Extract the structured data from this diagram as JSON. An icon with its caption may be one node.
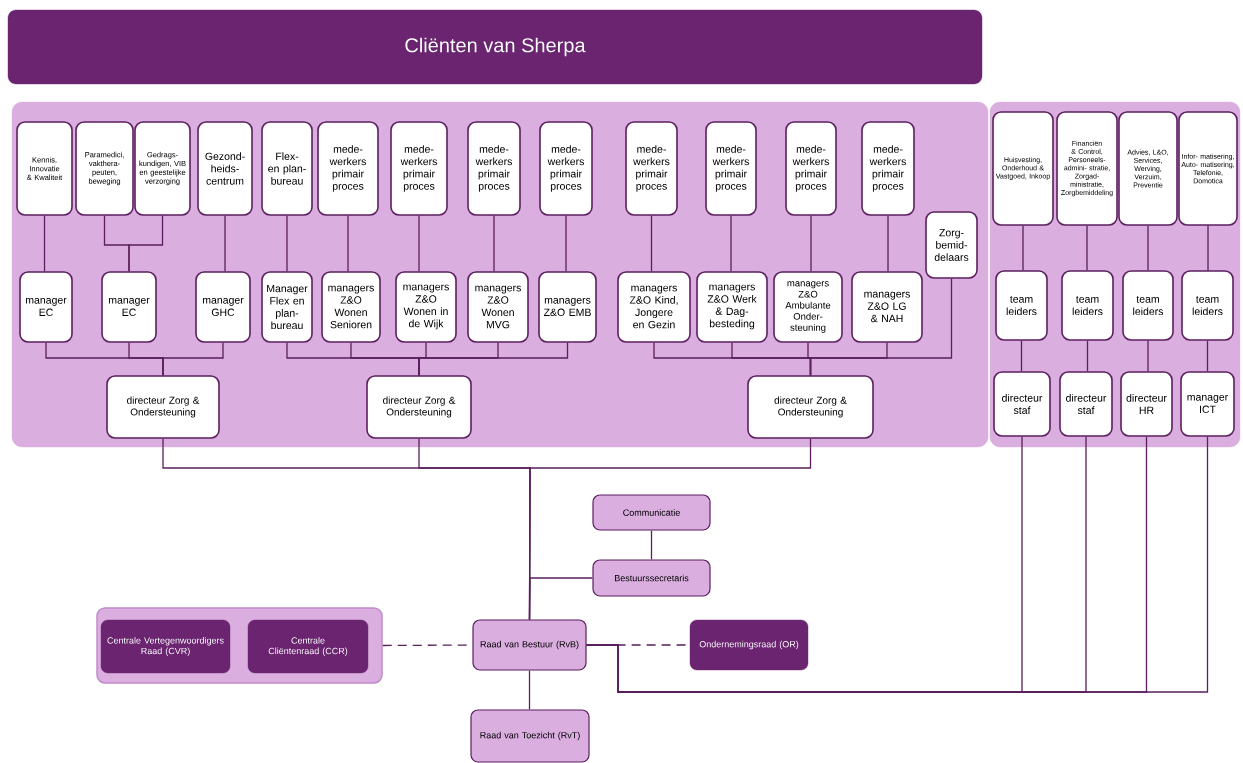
{
  "diagram": {
    "nodes": [
      {
        "text": [
          "Cliënten van Sherpa"
        ]
      },
      {
        "text": [],
        "shape": "box"
      },
      {
        "text": [],
        "shape": "box"
      },
      {
        "text": [
          "Kennis, Innovatie & Kwaliteit"
        ],
        "in": 1
      },
      {
        "text": [
          "Paramedici, vakthera- peuten, beweging"
        ],
        "in": 1
      },
      {
        "text": [
          "Gedrags- kundigen, VIB en geestelijke verzorging"
        ],
        "in": 1
      },
      {
        "text": [
          "Gezond- heids- centrum"
        ],
        "in": 1
      },
      {
        "text": [
          "Flex- en plan- bureau"
        ],
        "in": 1
      },
      {
        "text": [
          "mede- werkers primair proces"
        ],
        "in": 1
      },
      {
        "text": [
          "mede- werkers primair proces"
        ],
        "in": 1
      },
      {
        "text": [
          "mede- werkers primair proces"
        ],
        "in": 1
      },
      {
        "text": [
          "mede- werkers primair proces"
        ],
        "in": 1
      },
      {
        "text": [
          "mede- werkers primair proces"
        ],
        "in": 1
      },
      {
        "text": [
          "mede- werkers primair proces"
        ],
        "in": 1
      },
      {
        "text": [
          "mede- werkers primair proces"
        ],
        "in": 1
      },
      {
        "text": [
          "mede- werkers primair proces"
        ],
        "in": 1
      },
      {
        "text": [
          "Zorg- bemid- delaars"
        ],
        "in": 1
      },
      {
        "text": [
          "manager EC"
        ],
        "in": 1
      },
      {
        "text": [
          "manager EC"
        ],
        "in": 1
      },
      {
        "text": [
          "manager GHC"
        ],
        "in": 1
      },
      {
        "text": [
          "Manager Flex en plan- bureau"
        ],
        "in": 1
      },
      {
        "text": [
          "managers Z&O Wonen Senioren"
        ],
        "in": 1
      },
      {
        "text": [
          "managers Z&O Wonen in de Wijk"
        ],
        "in": 1
      },
      {
        "text": [
          "managers Z&O Wonen MVG"
        ],
        "in": 1
      },
      {
        "text": [
          "managers Z&O EMB"
        ],
        "in": 1
      },
      {
        "text": [
          "managers Z&O Kind, Jongere en Gezin"
        ],
        "in": 1
      },
      {
        "text": [
          "managers Z&O Werk & Dag- besteding"
        ],
        "in": 1
      },
      {
        "text": [
          "managers Z&O Ambulante Onder- steuning"
        ],
        "in": 1
      },
      {
        "text": [
          "managers Z&O LG & NAH"
        ],
        "in": 1
      },
      {
        "text": [
          "directeur Zorg & Ondersteuning"
        ],
        "in": 1
      },
      {
        "text": [
          "directeur Zorg & Ondersteuning"
        ],
        "in": 1
      },
      {
        "text": [
          "directeur Zorg & Ondersteuning"
        ],
        "in": 1
      },
      {
        "text": [
          "Huisvesting, Onderhoud & Vastgoed, Inkoop"
        ],
        "in": 2
      },
      {
        "text": [
          "Financiën & Control, Personeels- admini- stratie, Zorgad- ministratie, Zorgbemiddeling"
        ],
        "in": 2
      },
      {
        "text": [
          "Advies, L&O, Services, Werving, Verzuim, Preventie"
        ],
        "in": 2
      },
      {
        "text": [
          "Infor- matisering, Auto- matisering, Telefonie, Domotica"
        ],
        "in": 2
      },
      {
        "text": [
          "team leiders"
        ],
        "in": 2
      },
      {
        "text": [
          "team leiders"
        ],
        "in": 2
      },
      {
        "text": [
          "team leiders"
        ],
        "in": 2
      },
      {
        "text": [
          "team leiders"
        ],
        "in": 2
      },
      {
        "text": [
          "directeur staf"
        ],
        "in": 2
      },
      {
        "text": [
          "directeur staf"
        ],
        "in": 2
      },
      {
        "text": [
          "directeur HR"
        ],
        "in": 2
      },
      {
        "text": [
          "manager ICT"
        ],
        "in": 2
      },
      {
        "text": [
          "Communicatie"
        ]
      },
      {
        "text": [
          "Bestuurssecretaris"
        ]
      },
      {
        "text": [
          "Raad van Bestuur (RvB)"
        ]
      },
      {
        "text": [],
        "shape": "box"
      },
      {
        "text": [
          "Centrale Vertegenwoordigers Raad (CVR)"
        ],
        "in": 47
      },
      {
        "text": [
          "Centrale Cliëntenraad (CCR)"
        ],
        "in": 47
      },
      {
        "text": [
          "Ondernemingsraad (OR)"
        ]
      },
      {
        "text": [
          "Raad van Toezicht (RvT)"
        ]
      }
    ],
    "edges": [
      {
        "from": 3,
        "to": 17,
        "arrow": "none"
      },
      {
        "from": 4,
        "to": 18,
        "arrow": "none"
      },
      {
        "from": 5,
        "to": 18,
        "arrow": "none"
      },
      {
        "from": 6,
        "to": 19,
        "arrow": "none"
      },
      {
        "from": 7,
        "to": 20,
        "arrow": "none"
      },
      {
        "from": 8,
        "to": 21,
        "arrow": "none"
      },
      {
        "from": 9,
        "to": 22,
        "arrow": "none"
      },
      {
        "from": 10,
        "to": 23,
        "arrow": "none"
      },
      {
        "from": 11,
        "to": 24,
        "arrow": "none"
      },
      {
        "from": 12,
        "to": 25,
        "arrow": "none"
      },
      {
        "from": 13,
        "to": 26,
        "arrow": "none"
      },
      {
        "from": 14,
        "to": 27,
        "arrow": "none"
      },
      {
        "from": 15,
        "to": 28,
        "arrow": "none"
      },
      {
        "from": 17,
        "to": 29,
        "arrow": "none"
      },
      {
        "from": 18,
        "to": 29,
        "arrow": "none"
      },
      {
        "from": 19,
        "to": 29,
        "arrow": "none"
      },
      {
        "from": 20,
        "to": 30,
        "arrow": "none"
      },
      {
        "from": 21,
        "to": 30,
        "arrow": "none"
      },
      {
        "from": 22,
        "to": 30,
        "arrow": "none"
      },
      {
        "from": 23,
        "to": 30,
        "arrow": "none"
      },
      {
        "from": 24,
        "to": 30,
        "arrow": "none"
      },
      {
        "from": 25,
        "to": 31,
        "arrow": "none"
      },
      {
        "from": 26,
        "to": 31,
        "arrow": "none"
      },
      {
        "from": 27,
        "to": 31,
        "arrow": "none"
      },
      {
        "from": 28,
        "to": 31,
        "arrow": "none"
      },
      {
        "from": 16,
        "to": 31,
        "arrow": "none"
      },
      {
        "from": 29,
        "to": 46,
        "arrow": "none"
      },
      {
        "from": 30,
        "to": 46,
        "arrow": "none"
      },
      {
        "from": 31,
        "to": 46,
        "arrow": "none"
      },
      {
        "from": 32,
        "to": 36,
        "arrow": "none"
      },
      {
        "from": 33,
        "to": 37,
        "arrow": "none"
      },
      {
        "from": 34,
        "to": 38,
        "arrow": "none"
      },
      {
        "from": 35,
        "to": 39,
        "arrow": "none"
      },
      {
        "from": 36,
        "to": 40,
        "arrow": "none"
      },
      {
        "from": 37,
        "to": 41,
        "arrow": "none"
      },
      {
        "from": 38,
        "to": 42,
        "arrow": "none"
      },
      {
        "from": 39,
        "to": 43,
        "arrow": "none"
      },
      {
        "from": 40,
        "to": 46,
        "arrow": "none"
      },
      {
        "from": 41,
        "to": 46,
        "arrow": "none"
      },
      {
        "from": 42,
        "to": 46,
        "arrow": "none"
      },
      {
        "from": 43,
        "to": 46,
        "arrow": "none"
      },
      {
        "from": 44,
        "to": 45,
        "arrow": "none"
      },
      {
        "from": 45,
        "to": 46,
        "arrow": "none"
      },
      {
        "from": 47,
        "to": 46,
        "arrow": "none",
        "style": "dashed"
      },
      {
        "from": 46,
        "to": 50,
        "arrow": "none",
        "style": "dashed"
      },
      {
        "from": 46,
        "to": 51,
        "arrow": "none"
      }
    ]
  }
}
